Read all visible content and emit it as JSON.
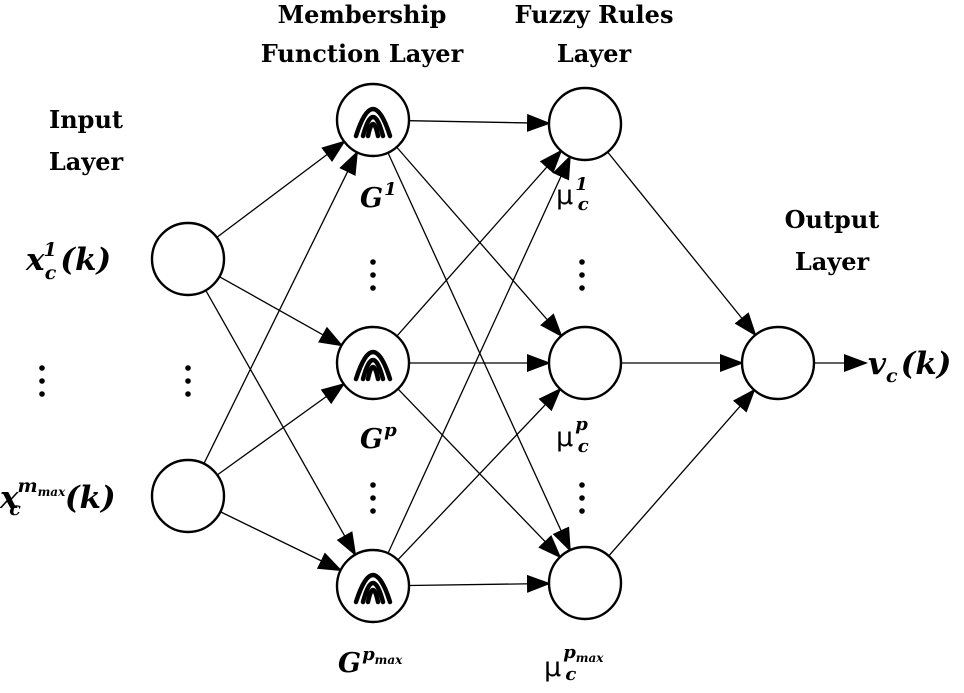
{
  "layers": {
    "input": {
      "title_line1": "Input",
      "title_line2": "Layer"
    },
    "membership": {
      "title_line1": "Membership",
      "title_line2": "Function Layer"
    },
    "rules": {
      "title_line1": "Fuzzy Rules",
      "title_line2": "Layer"
    },
    "output": {
      "title_line1": "Output",
      "title_line2": "Layer"
    }
  },
  "labels": {
    "x1": {
      "base": "x",
      "sub": "c",
      "sup": "1",
      "arg": "(k)"
    },
    "xm": {
      "base": "x",
      "sub": "c",
      "sup": "m",
      "sup_sub": "max",
      "arg": "(k)"
    },
    "g1": {
      "base": "G",
      "sup": "1"
    },
    "gp": {
      "base": "G",
      "sup": "p"
    },
    "gpmax": {
      "base": "G",
      "sup": "p",
      "sup_sub": "max"
    },
    "mu1": {
      "base": "μ",
      "sub": "c",
      "sup": "1"
    },
    "mup": {
      "base": "μ",
      "sub": "c",
      "sup": "p"
    },
    "mupmax": {
      "base": "μ",
      "sub": "c",
      "sup": "p",
      "sup_sub": "max"
    },
    "v": {
      "base": "v",
      "sub": "c",
      "arg": "(k)"
    }
  },
  "icons": {
    "membership_symbol": "membership-function-icon"
  }
}
